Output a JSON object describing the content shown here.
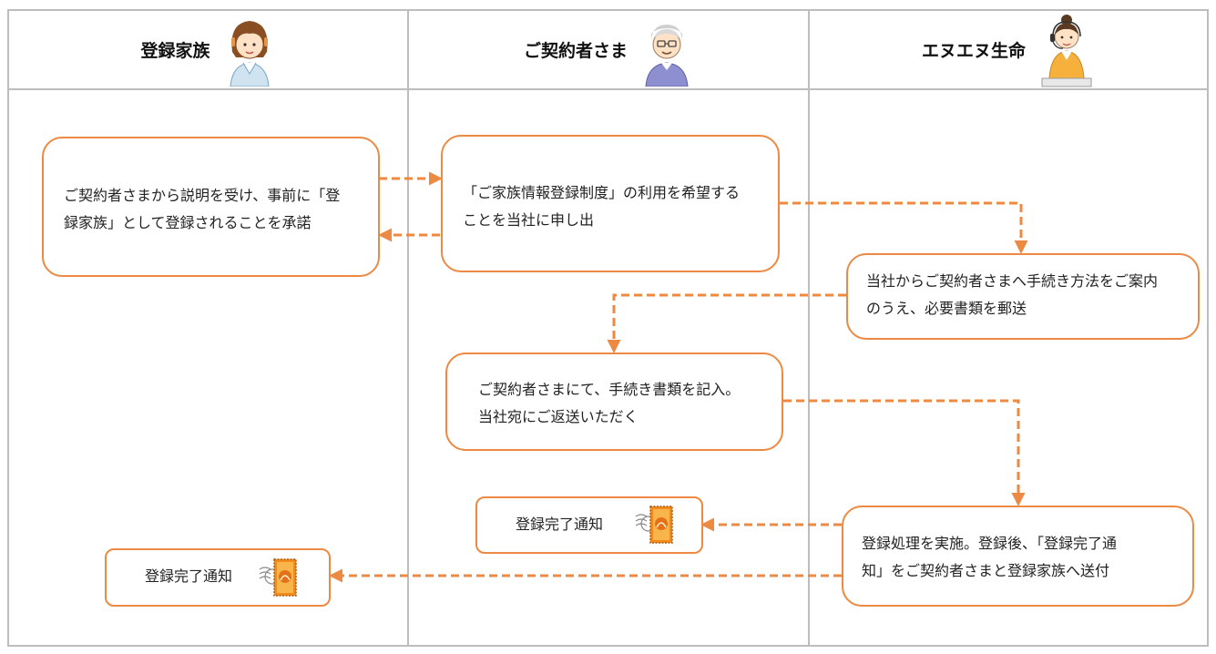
{
  "columns": {
    "family": {
      "label": "登録家族"
    },
    "contractor": {
      "label": "ご契約者さま"
    },
    "company": {
      "label": "エヌエヌ生命"
    }
  },
  "steps": {
    "family_consent": "ご契約者さまから説明を受け、事前に「登\n録家族」として登録されることを承諾",
    "apply": "「ご家族情報登録制度」の利用を希望する\nことを当社に申し出",
    "guidance": "当社からご契約者さまへ手続き方法をご案内\nのうえ、必要書類を郵送",
    "fill_return": "ご契約者さまにて、手続き書類を記入。\n当社宛にご返送いただく",
    "registration": "登録処理を実施。登録後、「登録完了通\n知」をご契約者さまと登録家族へ送付",
    "notice_contractor": "登録完了通知",
    "notice_family": "登録完了通知"
  },
  "colors": {
    "accent": "#ec8a43",
    "grid": "#bdbdbd"
  },
  "icons": [
    "woman-avatar-icon",
    "senior-man-avatar-icon",
    "operator-avatar-icon",
    "postage-stamp-icon"
  ]
}
